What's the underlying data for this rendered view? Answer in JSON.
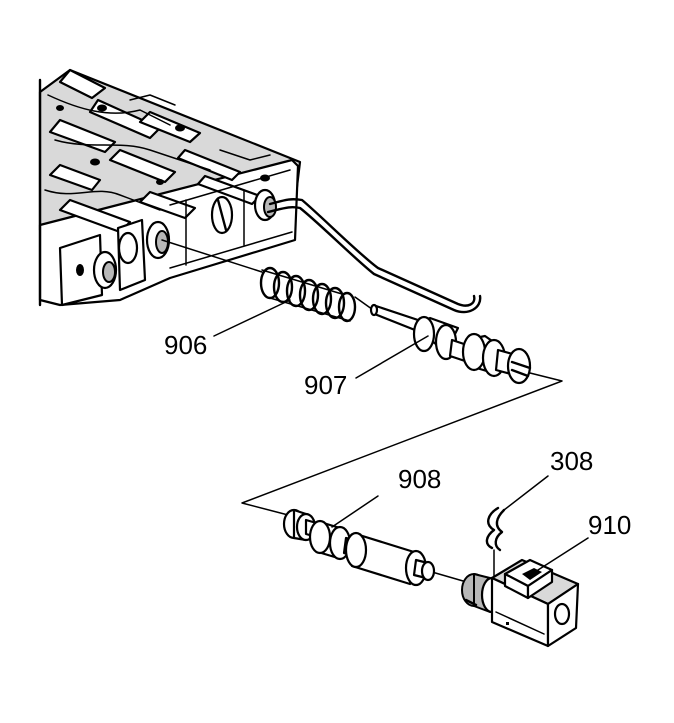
{
  "callouts": {
    "spring": "906",
    "valve_907": "907",
    "valve_908": "908",
    "clip": "308",
    "solenoid": "910"
  }
}
